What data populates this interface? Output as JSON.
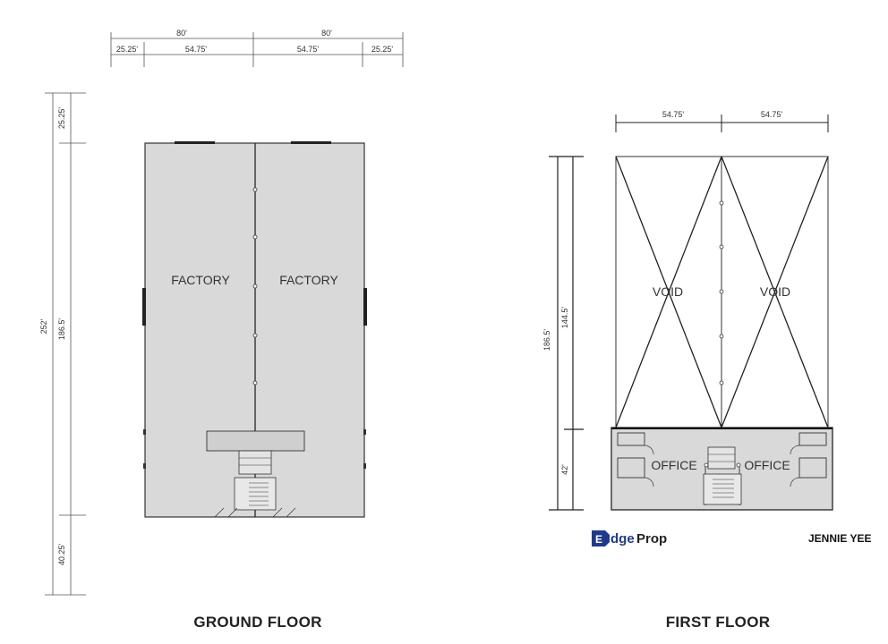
{
  "ground_floor": {
    "title": "GROUND FLOOR",
    "top_dims": {
      "total_left": "80'",
      "total_right": "80'",
      "seg_a": "25.25'",
      "seg_b": "54.75'",
      "seg_c": "54.75'",
      "seg_d": "25.25'"
    },
    "side_dims": {
      "top": "25.25'",
      "middle": "186.5'",
      "bottom": "40.25'",
      "total": "252'"
    },
    "rooms": {
      "left": "FACTORY",
      "right": "FACTORY"
    }
  },
  "first_floor": {
    "title": "FIRST FLOOR",
    "top_dims": {
      "left": "54.75'",
      "right": "54.75'"
    },
    "side_dims": {
      "total": "186.5'",
      "upper": "144.5'",
      "lower": "42'"
    },
    "rooms": {
      "void_left": "VOID",
      "void_right": "VOID",
      "office_left": "OFFICE",
      "office_right": "OFFICE"
    }
  },
  "branding": {
    "logo_mark": "E",
    "logo_part1": "dge",
    "logo_part2": "Prop",
    "agent": "JENNIE YEE"
  },
  "colors": {
    "floor_fill": "#d9d9d9",
    "line": "#333333",
    "brand": "#1f3a8a"
  }
}
